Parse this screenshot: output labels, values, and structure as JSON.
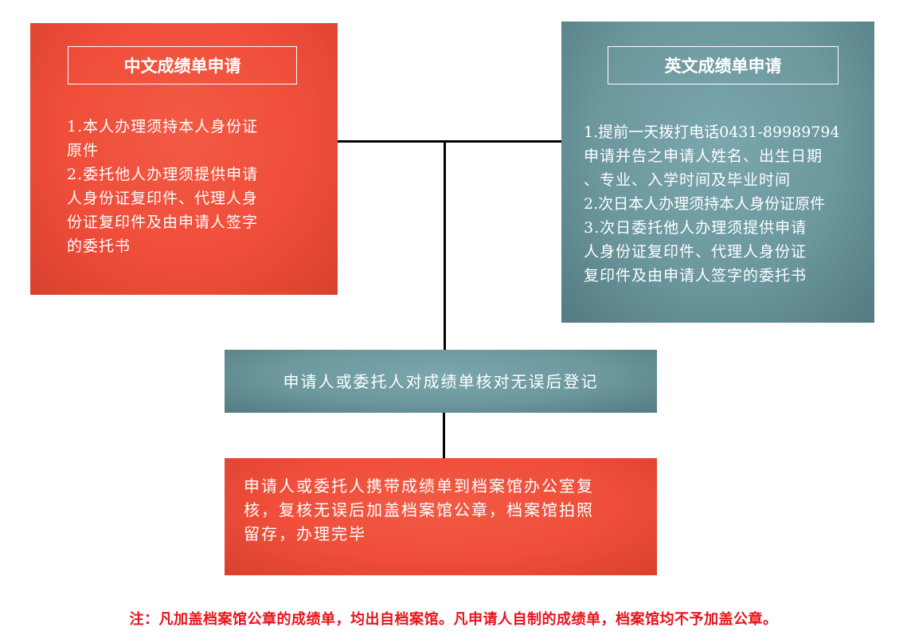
{
  "chinese_box": {
    "title": "中文成绩单申请",
    "lines": [
      "1.本人办理须持本人身份证",
      "原件",
      "2.委托他人办理须提供申请",
      "人身份证复印件、代理人身",
      "份证复印件及由申请人签字",
      "的委托书"
    ]
  },
  "english_box": {
    "title": "英文成绩单申请",
    "lines": [
      "1.提前一天拨打电话0431-89989794",
      "申请并告之申请人姓名、出生日期",
      "、专业、入学时间及毕业时间",
      "2.次日本人办理须持本人身份证原件",
      "3.次日委托他人办理须提供申请",
      "人身份证复印件、代理人身份证",
      "复印件及由申请人签字的委托书"
    ]
  },
  "verify_box": {
    "text": "申请人或委托人对成绩单核对无误后登记"
  },
  "final_box": {
    "lines": [
      "申请人或委托人携带成绩单到档案馆办公室复",
      "核，复核无误后加盖档案馆公章，档案馆拍照",
      "留存，办理完毕"
    ]
  },
  "note": "注：凡加盖档案馆公章的成绩单，均出自档案馆。凡申请人自制的成绩单，档案馆均不予加盖公章。",
  "colors": {
    "red_box": "#ef4e3a",
    "teal_box": "#6b979d",
    "connector": "#000000",
    "note_text": "#e8141b"
  }
}
